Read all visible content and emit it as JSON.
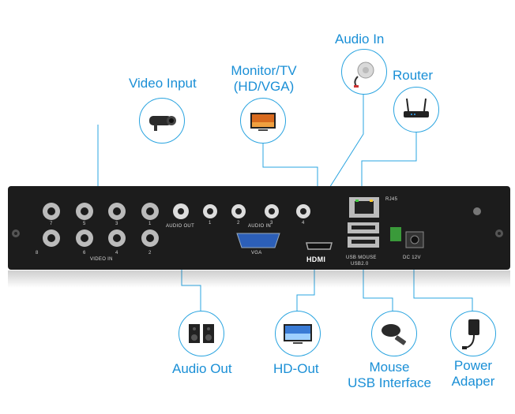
{
  "labels": {
    "video_input": "Video Input",
    "monitor_tv_line1": "Monitor/TV",
    "monitor_tv_line2": "(HD/VGA)",
    "audio_in": "Audio In",
    "router": "Router",
    "audio_out": "Audio Out",
    "hd_out": "HD-Out",
    "mouse_line1": "Mouse",
    "mouse_line2": "USB Interface",
    "power_line1": "Power",
    "power_line2": "Adaper"
  },
  "panel": {
    "video_in": "VIDEO IN",
    "audio_out": "AUDIO OUT",
    "audio_in": "AUDIO IN",
    "vga": "VGA",
    "hdmi": "HDMI",
    "rj45": "RJ45",
    "usb_mouse": "USB MOUSE",
    "usb2": "USB2.0",
    "dc12v": "DC 12V",
    "video_top_numbers": [
      "7",
      "5",
      "3",
      "1"
    ],
    "video_bottom_numbers": [
      "8",
      "6",
      "4",
      "2"
    ],
    "audio_numbers": [
      "1",
      "2",
      "3",
      "4"
    ]
  },
  "colors": {
    "accent": "#1a8fd6",
    "line": "#2aa4e0",
    "device": "#1c1c1c"
  },
  "icons": [
    "camera-icon",
    "monitor-icon",
    "microphone-icon",
    "router-icon",
    "speaker-icon",
    "hd-tv-icon",
    "mouse-icon",
    "power-adapter-icon"
  ]
}
